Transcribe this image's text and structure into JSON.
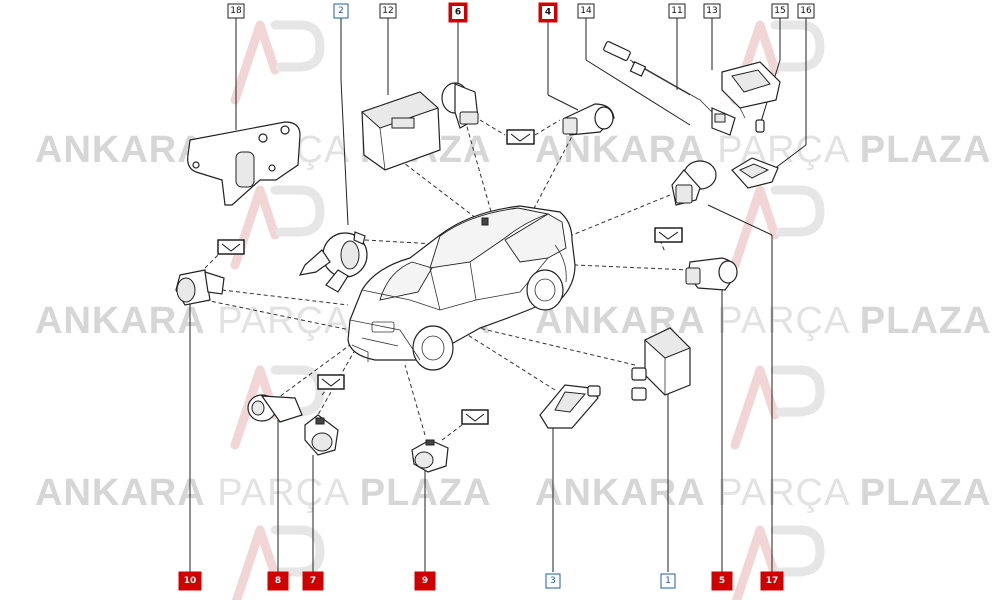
{
  "watermark": {
    "brand_bold_1": "ANKARA",
    "brand_light": "PARÇA",
    "brand_bold_2": "PLAZA",
    "logo_color": "#f2d6d6"
  },
  "colors": {
    "red_label": "#d10000",
    "blue_label": "#1e5bb0",
    "line": "#222222"
  },
  "labels": {
    "l18": "18",
    "l2": "2",
    "l12": "12",
    "l6": "6",
    "l4": "4",
    "l14": "14",
    "l11": "11",
    "l13": "13",
    "l15": "15",
    "l16": "16",
    "l10": "10",
    "l8": "8",
    "l7": "7",
    "l9": "9",
    "l3": "3",
    "l1": "1",
    "l5": "5",
    "l17": "17"
  },
  "icons": [
    "car-icon",
    "ecu-module-icon",
    "sensor-icon",
    "bracket-icon",
    "connector-symbol-icon",
    "watermark-logo-icon"
  ]
}
